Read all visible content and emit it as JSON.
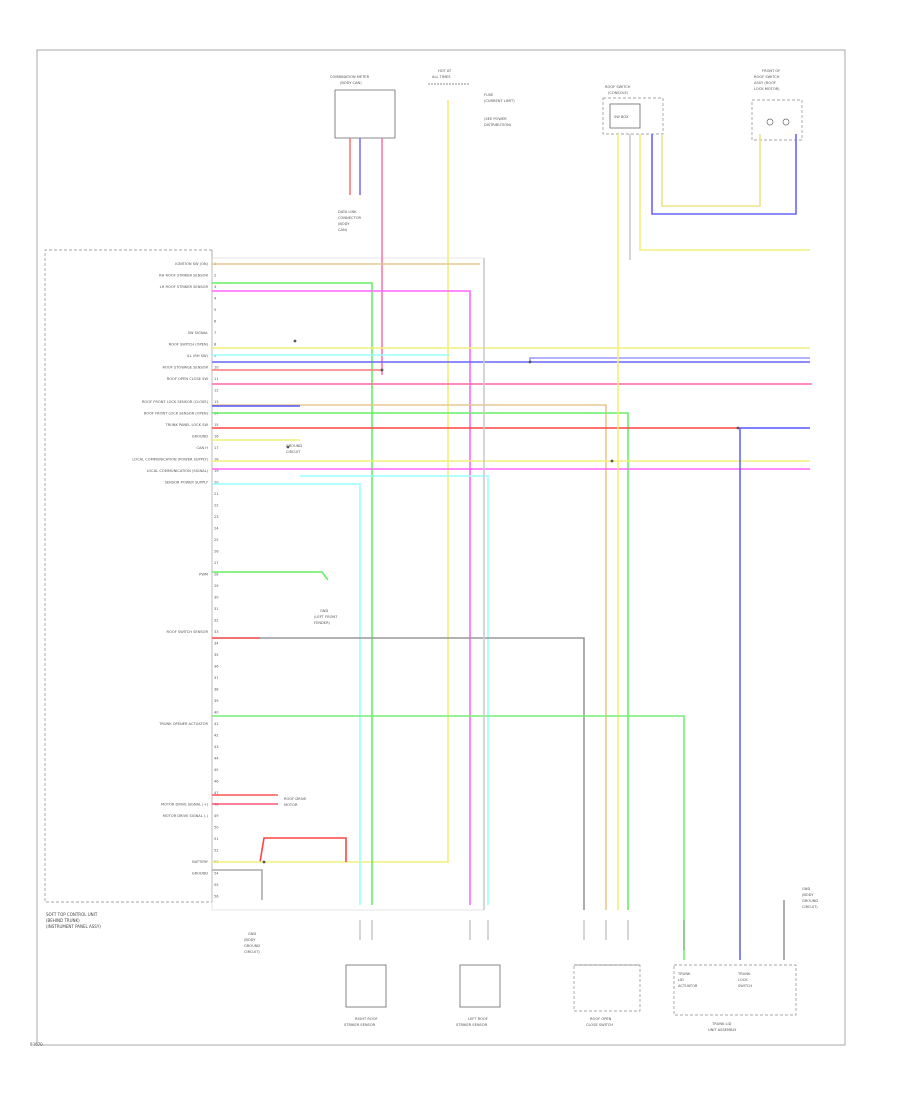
{
  "diagram": {
    "page_code": "93670",
    "ecu_label": [
      "SOFT TOP CONTROL UNIT",
      "(BEHIND TRUNK)",
      "(INSTRUMENT PANEL ASSY)"
    ],
    "ecu_pin_labels": [
      "IGNITION SW (ON)",
      "RH ROOF STRIKER SENSOR",
      "LH ROOF STRIKER SENSOR",
      "",
      "",
      "",
      "SW SIGNAL",
      "ROOF SWITCH (OPEN)",
      "ILL (RH SW)",
      "ROOF STOWAGE SENSOR",
      "ROOF OPEN CLOSE SW",
      "",
      "ROOF FRONT LOCK SENSOR (CLOSE)",
      "ROOF FRONT LOCK SENSOR (OPEN)",
      "TRUNK PANEL LOCK SW",
      "GROUND",
      "CAN H",
      "LOCAL COMMUNICATION (POWER SUPPLY)",
      "LOCAL COMMUNICATION (SIGNAL)",
      "SENSOR POWER SUPPLY",
      "",
      "",
      "",
      "",
      "",
      "",
      "",
      "PWM",
      "",
      "",
      "",
      "",
      "ROOF SWITCH SENSOR",
      "",
      "",
      "",
      "",
      "",
      "",
      "",
      "TRUNK OPENER ACTUATOR",
      "",
      "",
      "",
      "",
      "",
      "",
      "MOTOR DRIVE SIGNAL (+)",
      "MOTOR DRIVE SIGNAL (-)",
      "",
      "",
      "",
      "BATTERY",
      "GROUND",
      "",
      ""
    ],
    "top_components": {
      "combination_meter": [
        "COMBINATION METER",
        "(BODY CAN)"
      ],
      "fuse_link": [
        "HOT AT",
        "ALL TIMES"
      ],
      "fuse_notes": [
        "FUSE",
        "(CURRENT LIMIT)",
        "(SEE POWER",
        "DISTRIBUTION)"
      ],
      "roof_switch": [
        "ROOF SWITCH",
        "(CONSOLE)"
      ],
      "switch_inner": "SW BOX",
      "roof_lock_motor": [
        "FRONT OF",
        "ROOF SWITCH",
        "ASSY (ROOF",
        "LOCK MOTOR)"
      ],
      "data_link": [
        "DATA LINK",
        "CONNECTOR",
        "(BODY",
        "CAN)"
      ]
    },
    "bottom_components": {
      "right_sensor": [
        "RIGHT ROOF",
        "STRIKER SENSOR"
      ],
      "left_sensor": [
        "LEFT ROOF",
        "STRIKER SENSOR"
      ],
      "roof_open_close_sw": [
        "ROOF OPEN",
        "CLOSE SWITCH"
      ],
      "trunk_unit": [
        "TRUNK LID",
        "UNIT ASSEMBLY"
      ],
      "trunk_unit_inner_left": [
        "TRUNK",
        "LID",
        "ACTUATOR"
      ],
      "trunk_unit_inner_right": [
        "TRUNK",
        "LOCK",
        "SWITCH"
      ],
      "g_top_right": [
        "GND",
        "(BODY",
        "GROUND",
        "CIRCUIT)"
      ],
      "g_bottom_left": [
        "GND",
        "(BODY",
        "GROUND",
        "CIRCUIT)"
      ],
      "ecu_ground_note": [
        "GROUND",
        "CIRCUIT"
      ],
      "roof_ground": [
        "GND",
        "(LEFT FRONT",
        "FENDER)"
      ],
      "motor_note": [
        "ROOF DRIVE",
        "MOTOR"
      ]
    },
    "colors": {
      "yellow": "#f2ef7a",
      "red": "#ff5555",
      "pink": "#ff55ff",
      "green": "#55ee55",
      "blue": "#5555ff",
      "cyan": "#88ffff",
      "tan": "#e8b87a",
      "gray": "#999999",
      "lightgreen": "#88ee88"
    }
  }
}
